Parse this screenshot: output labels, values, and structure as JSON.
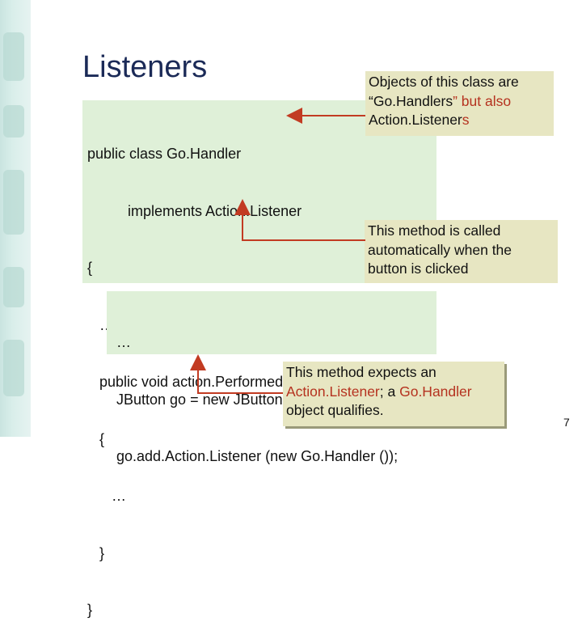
{
  "slide": {
    "title": "Listeners",
    "page_number": "7"
  },
  "code_block_1": {
    "lines": [
      "public class Go.Handler",
      "          implements Action.Listener",
      "{",
      "   …",
      "   public void action.Performed (Action.Event e)",
      "   {",
      "      …",
      "   }",
      "}"
    ]
  },
  "code_block_2": {
    "lines": [
      "…",
      "JButton go = new JButton (“Go”);",
      "go.add.Action.Listener (new Go.Handler ());"
    ]
  },
  "callouts": {
    "objects": {
      "line1": "Objects of this class are",
      "line2a": "“Go.Handlers",
      "line2b": "” but also",
      "line3a": "Action.Listener",
      "line3b": "s"
    },
    "method": {
      "line1": "This method is called",
      "line2": "automatically when the",
      "line3": "button is clicked"
    },
    "expects": {
      "line1": "This method expects an",
      "line2a": "Action.Listener",
      "line2b": "; a ",
      "line2c": "Go.Handler",
      "line3": "object qualifies."
    }
  },
  "colors": {
    "title": "#1b2a57",
    "code_bg": "#dff0d8",
    "callout_bg": "#e7e6c2",
    "accent": "#b5321f",
    "arrow": "#c23b22"
  }
}
